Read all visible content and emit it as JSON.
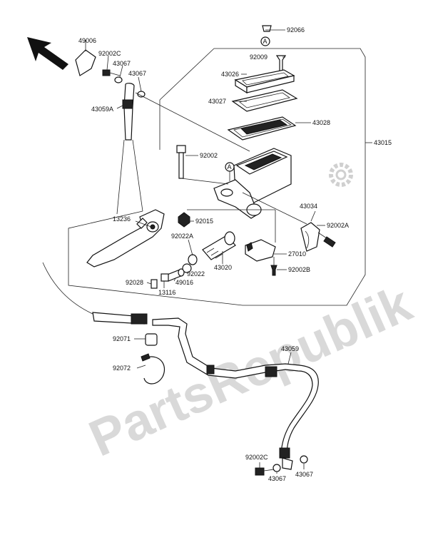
{
  "watermark": "PartsRepublik",
  "callouts": {
    "ref_a": "A",
    "p49006": "49006",
    "p92002C_top": "92002C",
    "p43067_a": "43067",
    "p43067_b": "43067",
    "p43059A": "43059A",
    "p92066": "92066",
    "p92009": "92009",
    "p43026": "43026",
    "p43027": "43027",
    "p43028": "43028",
    "p43015": "43015",
    "p92002": "92002",
    "p13236": "13236",
    "p92015": "92015",
    "p43034": "43034",
    "p92002A": "92002A",
    "p92022A": "92022A",
    "p27010": "27010",
    "p43020": "43020",
    "p92022": "92022",
    "p92002B": "92002B",
    "p92028": "92028",
    "p49016": "49016",
    "p13116": "13116",
    "p92071": "92071",
    "p92072": "92072",
    "p43059": "43059",
    "p92002C_bottom": "92002C",
    "p43067_c": "43067",
    "p43067_d": "43067"
  }
}
